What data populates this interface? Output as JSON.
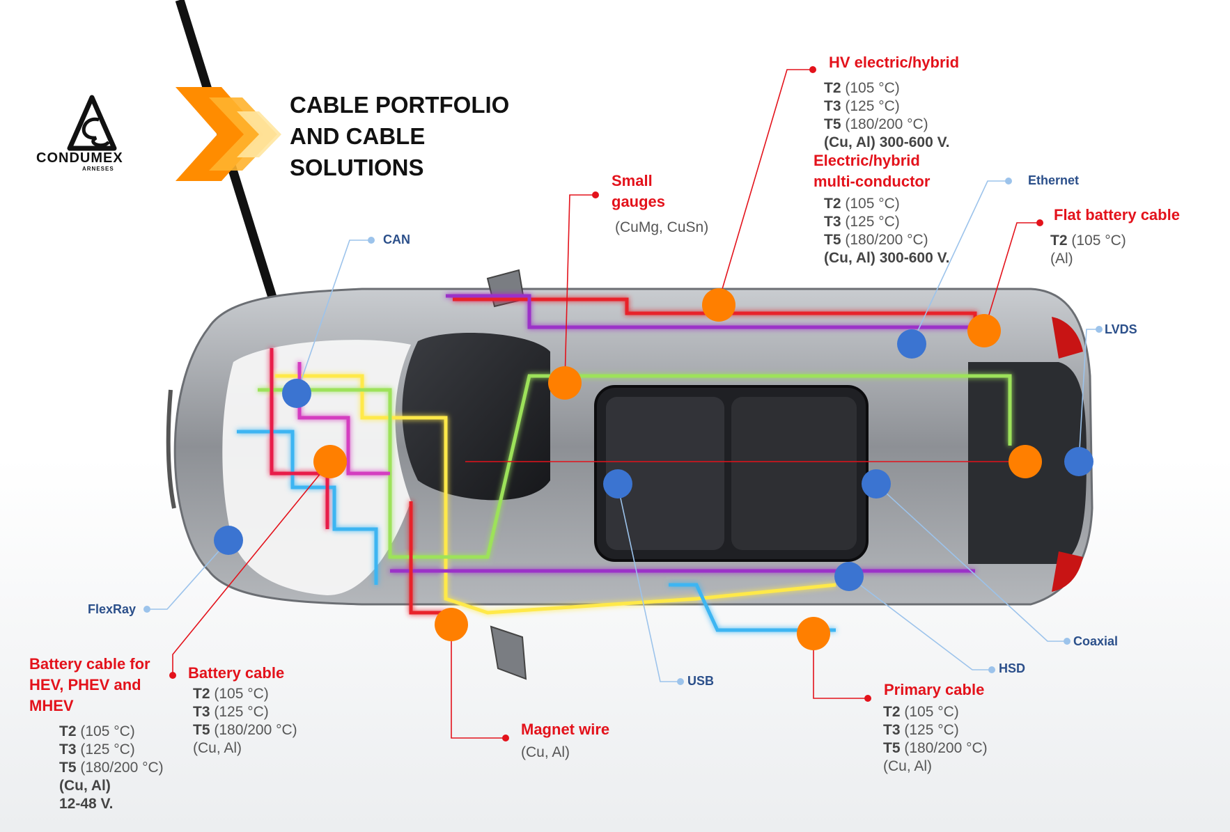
{
  "header": {
    "title_lines": [
      "CABLE PORTFOLIO",
      "AND CABLE",
      "SOLUTIONS"
    ],
    "logo_name": "CONDUMEX",
    "logo_sub": "ARNESES",
    "logo_icon": "condumex-logo-icon"
  },
  "colors": {
    "accent_red": "#e3121b",
    "accent_blue": "#2b4f8a",
    "orange_marker": "#ff7f00",
    "blue_marker": "#3b74d1",
    "chevron_orange": "#f58a0b"
  },
  "network_labels": {
    "can": "CAN",
    "flexray": "FlexRay",
    "usb": "USB",
    "ethernet": "Ethernet",
    "lvds": "LVDS",
    "coaxial": "Coaxial",
    "hsd": "HSD"
  },
  "callouts": {
    "hv_title": "HV electric/hybrid",
    "hv_t2": "(105 °C)",
    "hv_t3": "(125 °C)",
    "hv_t5": "(180/200 °C)",
    "hv_volt": "(Cu, Al) 300-600 V.",
    "multi_title_1": "Electric/hybrid",
    "multi_title_2": "multi-conductor",
    "multi_t2": "(105 °C)",
    "multi_t3": "(125 °C)",
    "multi_t5": "(180/200 °C)",
    "multi_volt": "(Cu, Al) 300-600 V.",
    "small_title_1": "Small",
    "small_title_2": "gauges",
    "small_mat": "(CuMg, CuSn)",
    "flat_title": "Flat battery cable",
    "flat_t2": "(105 °C)",
    "flat_mat": "(Al)",
    "hev_title_1": "Battery cable for",
    "hev_title_2": "HEV, PHEV and",
    "hev_title_3": "MHEV",
    "hev_t2": "(105 °C)",
    "hev_t3": "(125 °C)",
    "hev_t5": "(180/200 °C)",
    "hev_mat": "(Cu, Al)",
    "hev_volt": "12-48 V.",
    "bat_title": "Battery cable",
    "bat_t2": "(105 °C)",
    "bat_t3": "(125 °C)",
    "bat_t5": "(180/200 °C)",
    "bat_mat": "(Cu, Al)",
    "mag_title": "Magnet wire",
    "mag_mat": "(Cu, Al)",
    "prim_title": "Primary cable",
    "prim_t2": "(105 °C)",
    "prim_t3": "(125 °C)",
    "prim_t5": "(180/200 °C)",
    "prim_mat": "(Cu, Al)",
    "t2": "T2",
    "t3": "T3",
    "t5": "T5"
  }
}
